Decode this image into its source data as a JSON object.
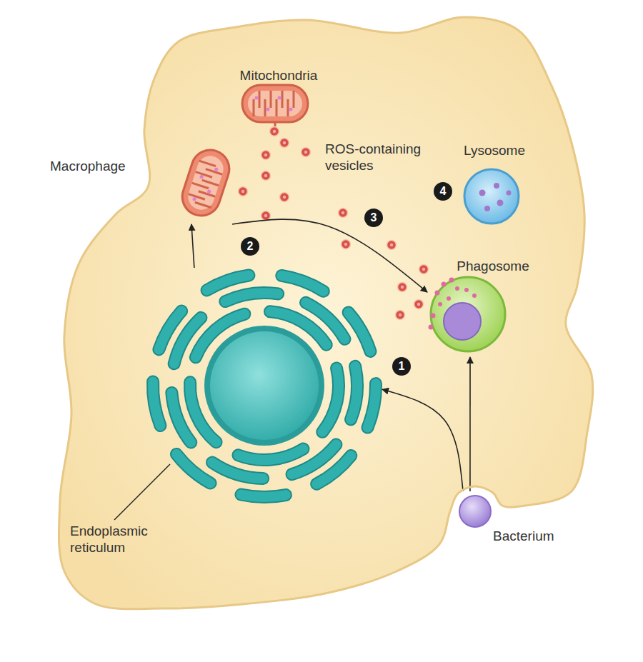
{
  "diagram": {
    "nodes": [
      {
        "text": [
          "Macrophage"
        ]
      },
      {
        "text": [
          "Mitochondria"
        ],
        "in": 0
      },
      {
        "text": [
          "Lysosome"
        ],
        "in": 0
      },
      {
        "text": [
          "Phagosome"
        ],
        "in": 0
      },
      {
        "text": [
          "Endoplasmic reticulum"
        ],
        "in": 0
      },
      {
        "text": [
          "Bacterium"
        ]
      }
    ],
    "edges": [
      {
        "from": 5,
        "to": 3,
        "arrow": "to"
      },
      {
        "from": 5,
        "to": 4,
        "arrow": "to"
      },
      {
        "from": 4,
        "to": 1,
        "arrow": "to"
      },
      {
        "from": 1,
        "to": 3,
        "arrow": "to"
      }
    ],
    "labels": [
      "ROS-containing vesicles",
      "1",
      "2",
      "3",
      "4"
    ]
  }
}
